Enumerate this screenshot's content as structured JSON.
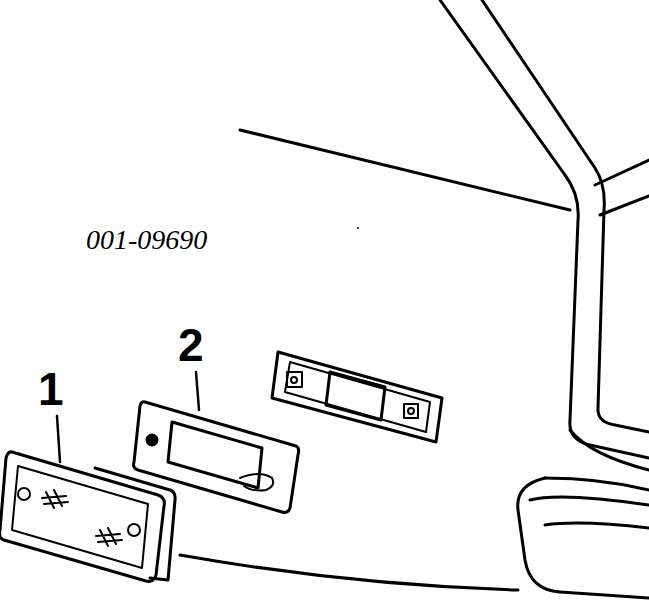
{
  "diagram": {
    "labels": [
      "001-09690",
      "1",
      "2"
    ]
  }
}
